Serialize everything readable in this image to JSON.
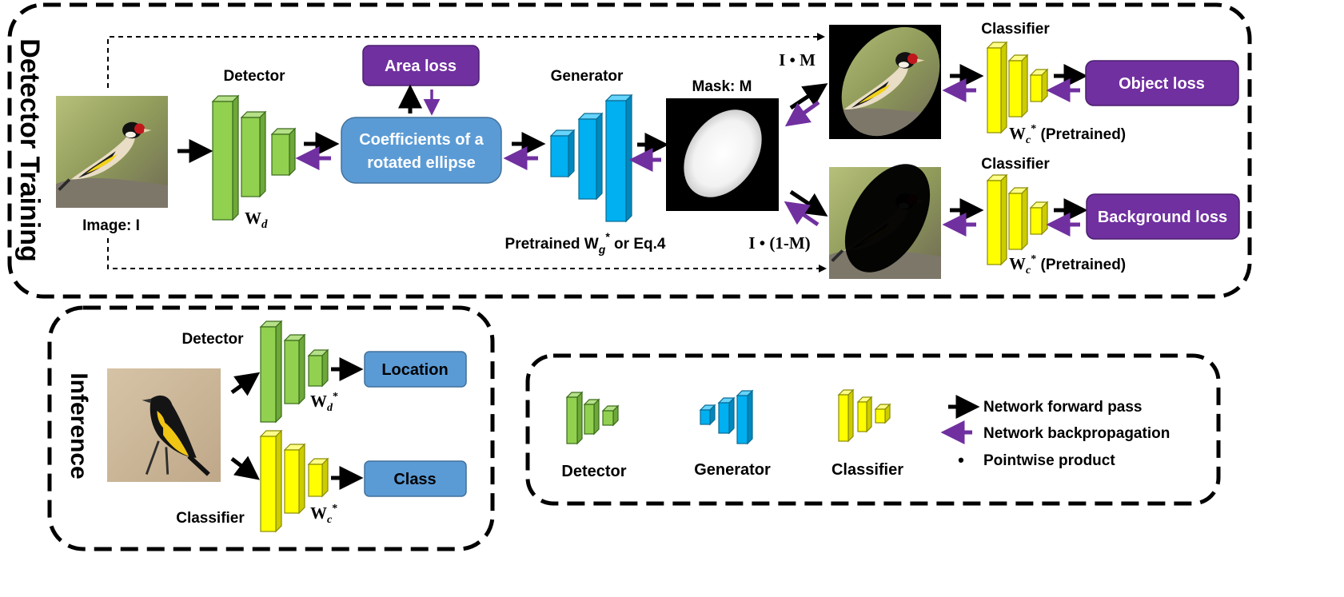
{
  "sections": {
    "training": "Detector Training",
    "inference": "Inference"
  },
  "training": {
    "image_label": "Image: I",
    "detector_label": "Detector",
    "wd_label": "W",
    "wd_sub": "d",
    "area_loss": "Area loss",
    "coefficients_line1": "Coefficients of a",
    "coefficients_line2": "rotated ellipse",
    "generator_label": "Generator",
    "generator_weight_prefix": "Pretrained W",
    "generator_weight_sub": "g",
    "generator_weight_sup": "*",
    "generator_weight_suffix": " or Eq.4",
    "mask_label": "Mask: M",
    "product_top": "I • M",
    "product_bottom": "I • (1-M)",
    "classifier_label_top": "Classifier",
    "classifier_label_bottom": "Classifier",
    "wc_prefix": "W",
    "wc_sub": "c",
    "wc_sup": "*",
    "wc_suffix": " (Pretrained)",
    "object_loss": "Object loss",
    "background_loss": "Background loss"
  },
  "inference": {
    "detector_label": "Detector",
    "classifier_label": "Classifier",
    "wd_prefix": "W",
    "wd_sub": "d",
    "wd_sup": "*",
    "wc_prefix": "W",
    "wc_sub": "c",
    "wc_sup": "*",
    "location": "Location",
    "class": "Class"
  },
  "legend": {
    "detector": "Detector",
    "generator": "Generator",
    "classifier": "Classifier",
    "forward": "Network forward pass",
    "backprop": "Network backpropagation",
    "dot": "•",
    "pointwise": "Pointwise product"
  },
  "colors": {
    "detector": "#92D050",
    "generator": "#00B0F0",
    "classifier": "#FFFF00",
    "loss_box": "#7030A0",
    "info_box": "#5B9BD5",
    "backprop_arrow": "#7030A0",
    "forward_arrow": "#000000"
  }
}
